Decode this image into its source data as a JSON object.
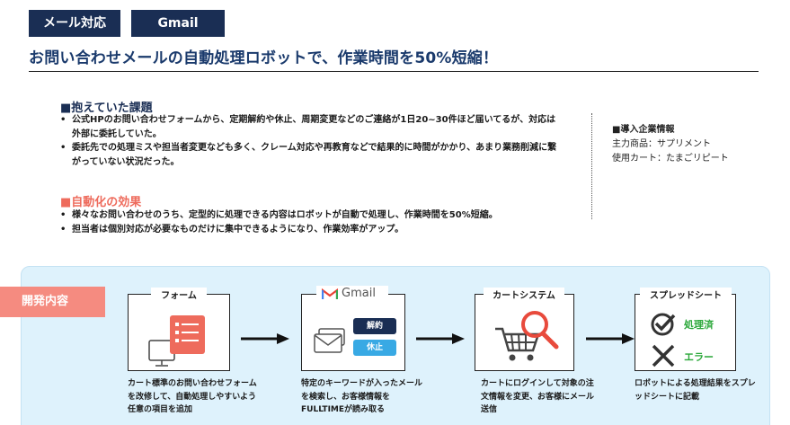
{
  "tags": [
    "メール対応",
    "Gmail"
  ],
  "headline": "お問い合わせメールの自動処理ロボットで、作業時間を50%短縮！",
  "issues": {
    "title": "■抱えていた課題",
    "items": [
      "公式HPのお問い合わせフォームから、定期解約や休止、周期変更などのご連絡が1日20~30件ほど届いてるが、対応は外部に委託していた。",
      "委託先での処理ミスや担当者変更なども多く、クレーム対応や再教育などで結果的に時間がかかり、あまり業務削減に繋がっていない状況だった。"
    ]
  },
  "effects": {
    "title": "■自動化の効果",
    "items": [
      "様々なお問い合わせのうち、定型的に処理できる内容はロボットが自動で処理し、作業時間を50%短縮。",
      "担当者は個別対応が必要なものだけに集中できるようになり、作業効率がアップ。"
    ]
  },
  "company": {
    "title": "■導入企業情報",
    "product": "主力商品：サプリメント",
    "cart": "使用カート：たまごリピート"
  },
  "dev_label": "開発内容",
  "flow": [
    {
      "title": "フォーム",
      "desc": "カート標準のお問い合わせフォームを改修して、自動処理しやすいよう任意の項目を追加"
    },
    {
      "title": "Gmail",
      "desc": "特定のキーワードが入ったメールを検索し、お客様情報をFULLTIMEが読み取る",
      "pills": [
        "解約",
        "休止"
      ]
    },
    {
      "title": "カートシステム",
      "desc": "カートにログインして対象の注文情報を変更、お客様にメール送信"
    },
    {
      "title": "スプレッドシート",
      "desc": "ロボットによる処理結果をスプレッドシートに記載",
      "done_label": "処理済",
      "error_label": "エラー"
    }
  ],
  "colors": {
    "navy": "#1a2e54",
    "coral": "#ee6b5c",
    "panel": "#def2fc",
    "done": "#2ba83a",
    "search": "#e84a3c"
  }
}
